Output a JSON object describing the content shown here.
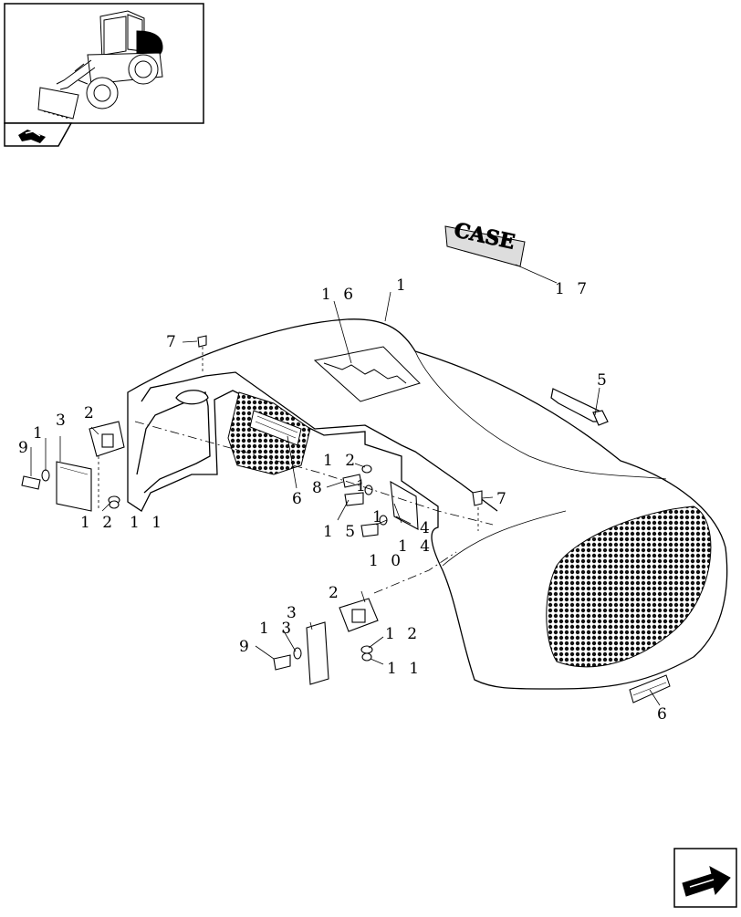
{
  "thumbnail": {
    "title": "loader-overview",
    "nav_icon": "page-turn-icon"
  },
  "brand": {
    "logo_text": "CASE"
  },
  "callouts": [
    {
      "id": "c1",
      "text": "1"
    },
    {
      "id": "c16",
      "text": "1 6"
    },
    {
      "id": "c17",
      "text": "1 7"
    },
    {
      "id": "c7a",
      "text": "7"
    },
    {
      "id": "c5",
      "text": "5"
    },
    {
      "id": "c2a",
      "text": "2"
    },
    {
      "id": "c13a",
      "text": "3"
    },
    {
      "id": "c1a",
      "text": "1"
    },
    {
      "id": "c9a",
      "text": "9"
    },
    {
      "id": "c12a",
      "text": "1 2"
    },
    {
      "id": "c11a",
      "text": "1 1"
    },
    {
      "id": "c6a",
      "text": "6"
    },
    {
      "id": "c12b",
      "text": "1 2"
    },
    {
      "id": "c8",
      "text": "8"
    },
    {
      "id": "c1b",
      "text": "1"
    },
    {
      "id": "c15",
      "text": "1 5"
    },
    {
      "id": "c10",
      "text": "1 0"
    },
    {
      "id": "c14",
      "text": "1 4"
    },
    {
      "id": "c1c",
      "text": "1"
    },
    {
      "id": "c4",
      "text": "4"
    },
    {
      "id": "c7b",
      "text": "7"
    },
    {
      "id": "c2b",
      "text": "2"
    },
    {
      "id": "c13b",
      "text": "3"
    },
    {
      "id": "c13c",
      "text": "1 3"
    },
    {
      "id": "c9b",
      "text": "9"
    },
    {
      "id": "c12c",
      "text": "1 2"
    },
    {
      "id": "c11b",
      "text": "1 1"
    },
    {
      "id": "c6b",
      "text": "6"
    }
  ],
  "nav": {
    "next_icon": "next-page-arrow-icon"
  }
}
